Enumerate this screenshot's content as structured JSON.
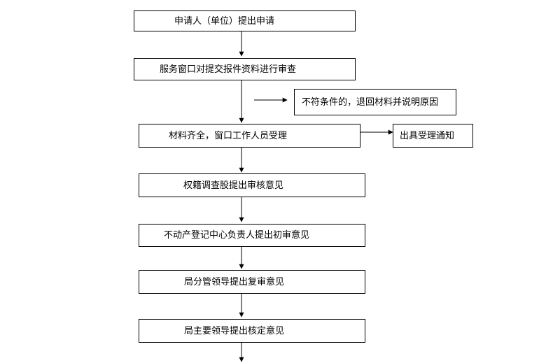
{
  "flowchart": {
    "steps": [
      "申请人（单位）提出申请",
      "服务窗口对提交报件资料进行审查",
      "材料齐全，窗口工作人员受理",
      "权籍调查股提出审核意见",
      "不动产登记中心负责人提出初审意见",
      "局分管领导提出复审意见",
      "局主要领导提出核定意见"
    ],
    "reject_note": "不符条件的，退回材料并说明原因",
    "notice": "出具受理通知"
  }
}
